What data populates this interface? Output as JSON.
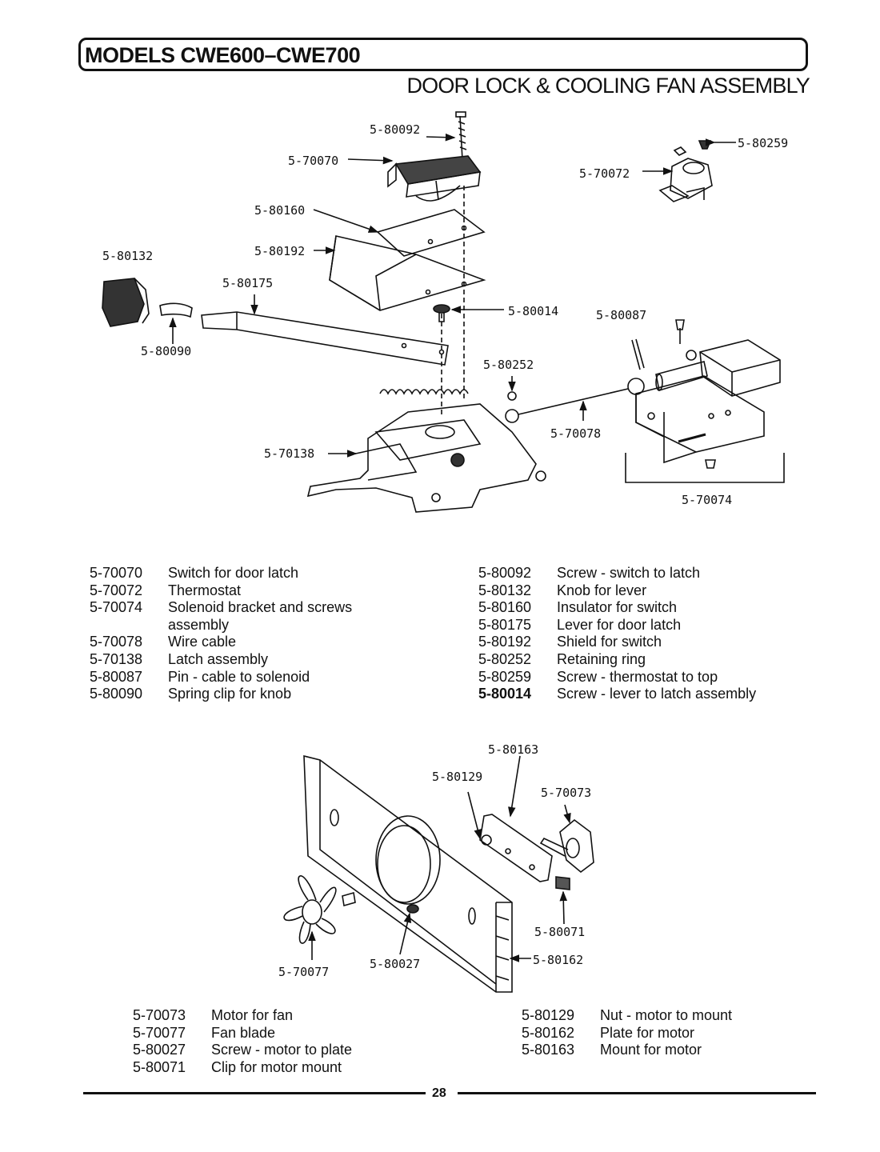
{
  "header": {
    "models": "MODELS CWE600–CWE700",
    "section": "DOOR LOCK & COOLING FAN ASSEMBLY"
  },
  "door_lock": {
    "callouts": {
      "c80092": "5-80092",
      "c70070": "5-70070",
      "c80259": "5-80259",
      "c70072": "5-70072",
      "c80160": "5-80160",
      "c80192": "5-80192",
      "c80132": "5-80132",
      "c80175": "5-80175",
      "c80014": "5-80014",
      "c80087": "5-80087",
      "c80090": "5-80090",
      "c80252": "5-80252",
      "c70078": "5-70078",
      "c70138": "5-70138",
      "c70074": "5-70074"
    },
    "parts_left": [
      {
        "pn": "5-70070",
        "desc": "Switch for door latch"
      },
      {
        "pn": "5-70072",
        "desc": "Thermostat"
      },
      {
        "pn": "5-70074",
        "desc": "Solenoid bracket and screws"
      },
      {
        "pn": "",
        "desc": "assembly"
      },
      {
        "pn": "5-70078",
        "desc": "Wire cable"
      },
      {
        "pn": "5-70138",
        "desc": "Latch assembly"
      },
      {
        "pn": "5-80087",
        "desc": "Pin - cable to solenoid"
      },
      {
        "pn": "5-80090",
        "desc": "Spring clip for knob"
      }
    ],
    "parts_right": [
      {
        "pn": "5-80092",
        "desc": "Screw - switch to latch"
      },
      {
        "pn": "5-80132",
        "desc": "Knob for lever"
      },
      {
        "pn": "5-80160",
        "desc": "Insulator for switch"
      },
      {
        "pn": "5-80175",
        "desc": "Lever for door latch"
      },
      {
        "pn": "5-80192",
        "desc": "Shield for switch"
      },
      {
        "pn": "5-80252",
        "desc": "Retaining ring"
      },
      {
        "pn": "5-80259",
        "desc": "Screw - thermostat to top"
      },
      {
        "pn": "5-80014",
        "desc": "Screw - lever to latch assembly"
      }
    ]
  },
  "cooling_fan": {
    "callouts": {
      "c80163": "5-80163",
      "c80129": "5-80129",
      "c70073": "5-70073",
      "c80071": "5-80071",
      "c80162": "5-80162",
      "c70077": "5-70077",
      "c80027": "5-80027"
    },
    "parts_left": [
      {
        "pn": "5-70073",
        "desc": "Motor for fan"
      },
      {
        "pn": "5-70077",
        "desc": "Fan blade"
      },
      {
        "pn": "5-80027",
        "desc": "Screw - motor to plate"
      },
      {
        "pn": "5-80071",
        "desc": "Clip for motor mount"
      }
    ],
    "parts_right": [
      {
        "pn": "5-80129",
        "desc": "Nut - motor to mount"
      },
      {
        "pn": "5-80162",
        "desc": "Plate for motor"
      },
      {
        "pn": "5-80163",
        "desc": "Mount for motor"
      }
    ]
  },
  "footer": {
    "page_number": "28"
  }
}
